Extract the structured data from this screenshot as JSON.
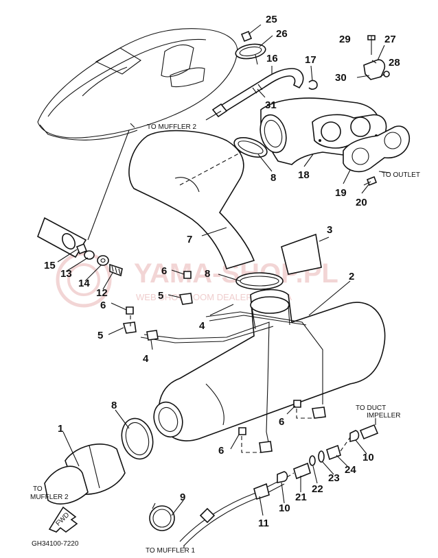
{
  "diagram": {
    "code": "GH34100-7220",
    "fwd": "FWD",
    "captions": {
      "to_muffler_2_top": "TO MUFFLER 2",
      "to_outlet": "TO OUTLET",
      "to_duct": "TO DUCT",
      "impeller": "IMPELLER",
      "to_left": "TO",
      "muffler_2_left": "MUFFLER 2",
      "to_muffler_1": "TO MUFFLER 1"
    },
    "watermark": {
      "title": "YAMA-SHOP.PL",
      "subtitle": "WEB SHOWROOM DEALER YAMAHA"
    },
    "callouts": {
      "c1": "1",
      "c2": "2",
      "c3": "3",
      "c4a": "4",
      "c4b": "4",
      "c5a": "5",
      "c5b": "5",
      "c6a": "6",
      "c6b": "6",
      "c6c": "6",
      "c6d": "6",
      "c7": "7",
      "c8a": "8",
      "c8b": "8",
      "c8c": "8",
      "c9": "9",
      "c10a": "10",
      "c10b": "10",
      "c11": "11",
      "c12": "12",
      "c13": "13",
      "c14": "14",
      "c15": "15",
      "c16": "16",
      "c17": "17",
      "c18": "18",
      "c19": "19",
      "c20": "20",
      "c21": "21",
      "c22": "22",
      "c23": "23",
      "c24": "24",
      "c25": "25",
      "c26": "26",
      "c27": "27",
      "c28": "28",
      "c29": "29",
      "c30": "30",
      "c31": "31"
    }
  }
}
